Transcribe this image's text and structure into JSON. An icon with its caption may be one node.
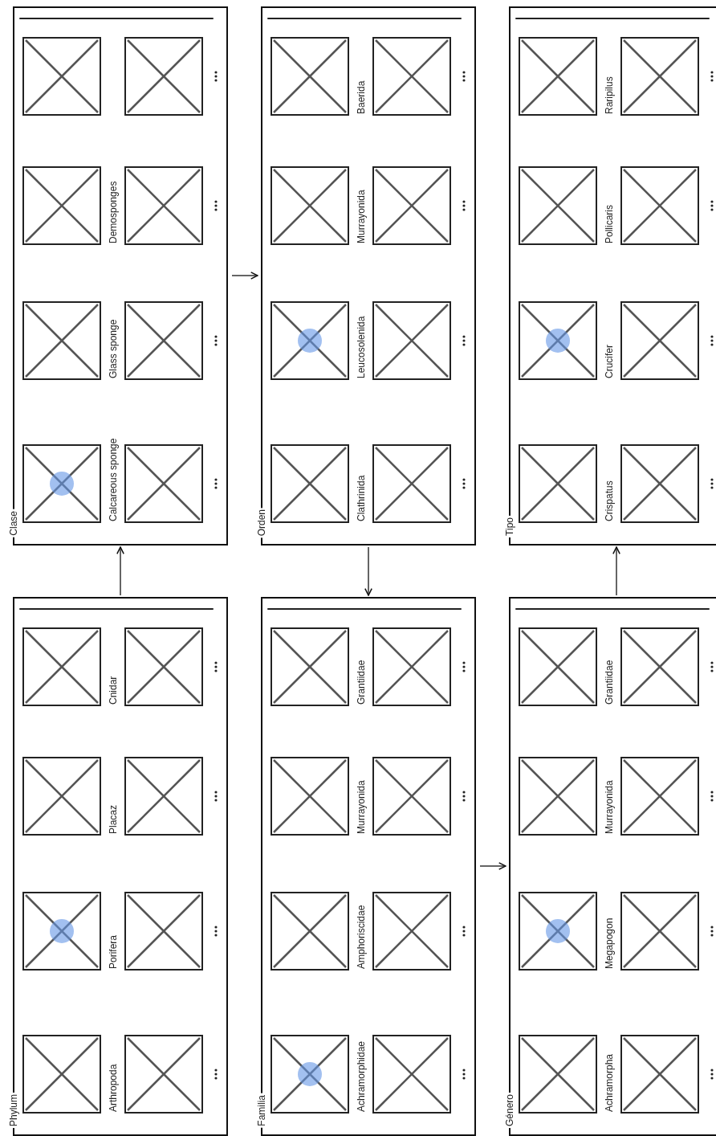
{
  "diagram": {
    "nodes": [
      {
        "text": [
          "Phylum"
        ]
      },
      {
        "text": [],
        "shape": "box",
        "in": 0,
        "beside": [
          "Arthropoda"
        ]
      },
      {
        "text": [],
        "shape": "box",
        "in": 0,
        "beside": [
          "Porifera"
        ]
      },
      {
        "text": [],
        "shape": "box",
        "in": 0,
        "beside": [
          "Placaz"
        ]
      },
      {
        "text": [],
        "shape": "box",
        "in": 0,
        "beside": [
          "Cnidar"
        ]
      },
      {
        "text": [],
        "shape": "box",
        "in": 0
      },
      {
        "text": [],
        "shape": "box",
        "in": 0
      },
      {
        "text": [],
        "shape": "box",
        "in": 0
      },
      {
        "text": [],
        "shape": "box",
        "in": 0
      },
      {
        "text": [
          "Clase"
        ]
      },
      {
        "text": [],
        "shape": "box",
        "in": 9,
        "beside": [
          "Calcareous sponge"
        ]
      },
      {
        "text": [],
        "shape": "box",
        "in": 9,
        "beside": [
          "Glass sponge"
        ]
      },
      {
        "text": [],
        "shape": "box",
        "in": 9,
        "beside": [
          "Demosponges"
        ]
      },
      {
        "text": [],
        "shape": "box",
        "in": 9
      },
      {
        "text": [],
        "shape": "box",
        "in": 9
      },
      {
        "text": [],
        "shape": "box",
        "in": 9
      },
      {
        "text": [],
        "shape": "box",
        "in": 9
      },
      {
        "text": [],
        "shape": "box",
        "in": 9
      },
      {
        "text": [
          "Orden"
        ]
      },
      {
        "text": [],
        "shape": "box",
        "in": 18,
        "beside": [
          "Clathrinida"
        ]
      },
      {
        "text": [],
        "shape": "box",
        "in": 18,
        "beside": [
          "Leucosolenida"
        ]
      },
      {
        "text": [],
        "shape": "box",
        "in": 18,
        "beside": [
          "Murrayonida"
        ]
      },
      {
        "text": [],
        "shape": "box",
        "in": 18,
        "beside": [
          "Baerida"
        ]
      },
      {
        "text": [],
        "shape": "box",
        "in": 18
      },
      {
        "text": [],
        "shape": "box",
        "in": 18
      },
      {
        "text": [],
        "shape": "box",
        "in": 18
      },
      {
        "text": [],
        "shape": "box",
        "in": 18
      },
      {
        "text": [
          "Familia"
        ]
      },
      {
        "text": [],
        "shape": "box",
        "in": 27,
        "beside": [
          "Achramorphidae"
        ]
      },
      {
        "text": [],
        "shape": "box",
        "in": 27,
        "beside": [
          "Amphoriscidae"
        ]
      },
      {
        "text": [],
        "shape": "box",
        "in": 27,
        "beside": [
          "Murrayonida"
        ]
      },
      {
        "text": [],
        "shape": "box",
        "in": 27,
        "beside": [
          "Grantiidae"
        ]
      },
      {
        "text": [],
        "shape": "box",
        "in": 27
      },
      {
        "text": [],
        "shape": "box",
        "in": 27
      },
      {
        "text": [],
        "shape": "box",
        "in": 27
      },
      {
        "text": [],
        "shape": "box",
        "in": 27
      },
      {
        "text": [
          "Género"
        ]
      },
      {
        "text": [],
        "shape": "box",
        "in": 36,
        "beside": [
          "Achramorpha"
        ]
      },
      {
        "text": [],
        "shape": "box",
        "in": 36,
        "beside": [
          "Megapogon"
        ]
      },
      {
        "text": [],
        "shape": "box",
        "in": 36,
        "beside": [
          "Murrayonida"
        ]
      },
      {
        "text": [],
        "shape": "box",
        "in": 36,
        "beside": [
          "Grantiidae"
        ]
      },
      {
        "text": [],
        "shape": "box",
        "in": 36
      },
      {
        "text": [],
        "shape": "box",
        "in": 36
      },
      {
        "text": [],
        "shape": "box",
        "in": 36
      },
      {
        "text": [],
        "shape": "box",
        "in": 36
      },
      {
        "text": [
          "Tipo"
        ]
      },
      {
        "text": [],
        "shape": "box",
        "in": 45,
        "beside": [
          "Crispatus"
        ]
      },
      {
        "text": [],
        "shape": "box",
        "in": 45,
        "beside": [
          "Crucifer"
        ]
      },
      {
        "text": [],
        "shape": "box",
        "in": 45,
        "beside": [
          "Pollicaris"
        ]
      },
      {
        "text": [],
        "shape": "box",
        "in": 45,
        "beside": [
          "Raripilus"
        ]
      },
      {
        "text": [],
        "shape": "box",
        "in": 45
      },
      {
        "text": [],
        "shape": "box",
        "in": 45
      },
      {
        "text": [],
        "shape": "box",
        "in": 45
      },
      {
        "text": [],
        "shape": "box",
        "in": 45
      }
    ],
    "edges": [
      {
        "from": 0,
        "to": 9,
        "arrow": "to"
      },
      {
        "from": 9,
        "to": 18,
        "arrow": "to"
      },
      {
        "from": 18,
        "to": 27,
        "arrow": "to"
      },
      {
        "from": 27,
        "to": 36,
        "arrow": "to"
      },
      {
        "from": 36,
        "to": 45,
        "arrow": "to"
      }
    ]
  }
}
